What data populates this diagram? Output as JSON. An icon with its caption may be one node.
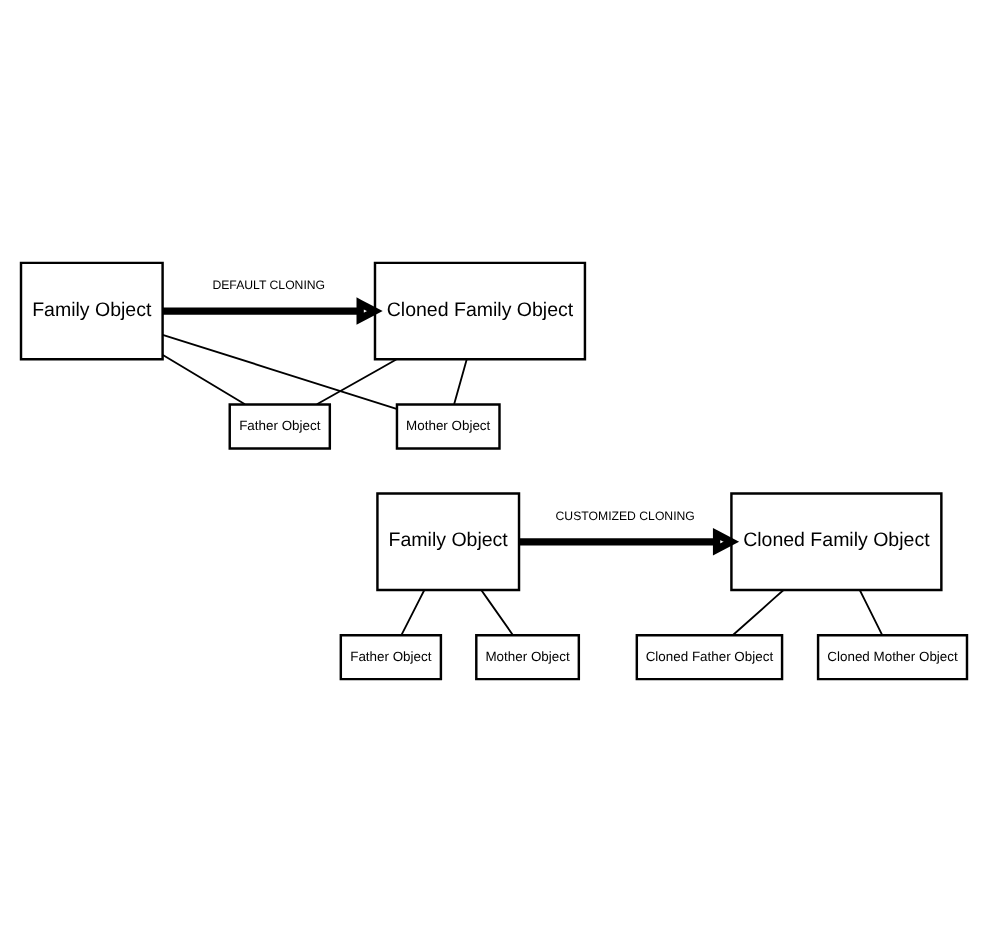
{
  "diagram": {
    "nodes": [
      {
        "text": [
          "Family Object"
        ]
      },
      {
        "text": [
          "Cloned Family Object"
        ]
      },
      {
        "text": [
          "Father Object"
        ]
      },
      {
        "text": [
          "Mother Object"
        ]
      },
      {
        "text": [
          "Family Object"
        ]
      },
      {
        "text": [
          "Cloned Family Object"
        ]
      },
      {
        "text": [
          "Father Object"
        ]
      },
      {
        "text": [
          "Mother Object"
        ]
      },
      {
        "text": [
          "Cloned Father Object"
        ]
      },
      {
        "text": [
          "Cloned Mother Object"
        ]
      }
    ],
    "edges": [
      {
        "from": 0,
        "to": 1,
        "arrow": "to",
        "label": "DEFAULT CLONING",
        "style": "thick"
      },
      {
        "from": 0,
        "to": 2,
        "arrow": "none"
      },
      {
        "from": 0,
        "to": 3,
        "arrow": "none"
      },
      {
        "from": 1,
        "to": 2,
        "arrow": "none"
      },
      {
        "from": 1,
        "to": 3,
        "arrow": "none"
      },
      {
        "from": 4,
        "to": 5,
        "arrow": "to",
        "label": "CUSTOMIZED CLONING",
        "style": "thick"
      },
      {
        "from": 4,
        "to": 6,
        "arrow": "none"
      },
      {
        "from": 4,
        "to": 7,
        "arrow": "none"
      },
      {
        "from": 5,
        "to": 8,
        "arrow": "none"
      },
      {
        "from": 5,
        "to": 9,
        "arrow": "none"
      }
    ]
  }
}
